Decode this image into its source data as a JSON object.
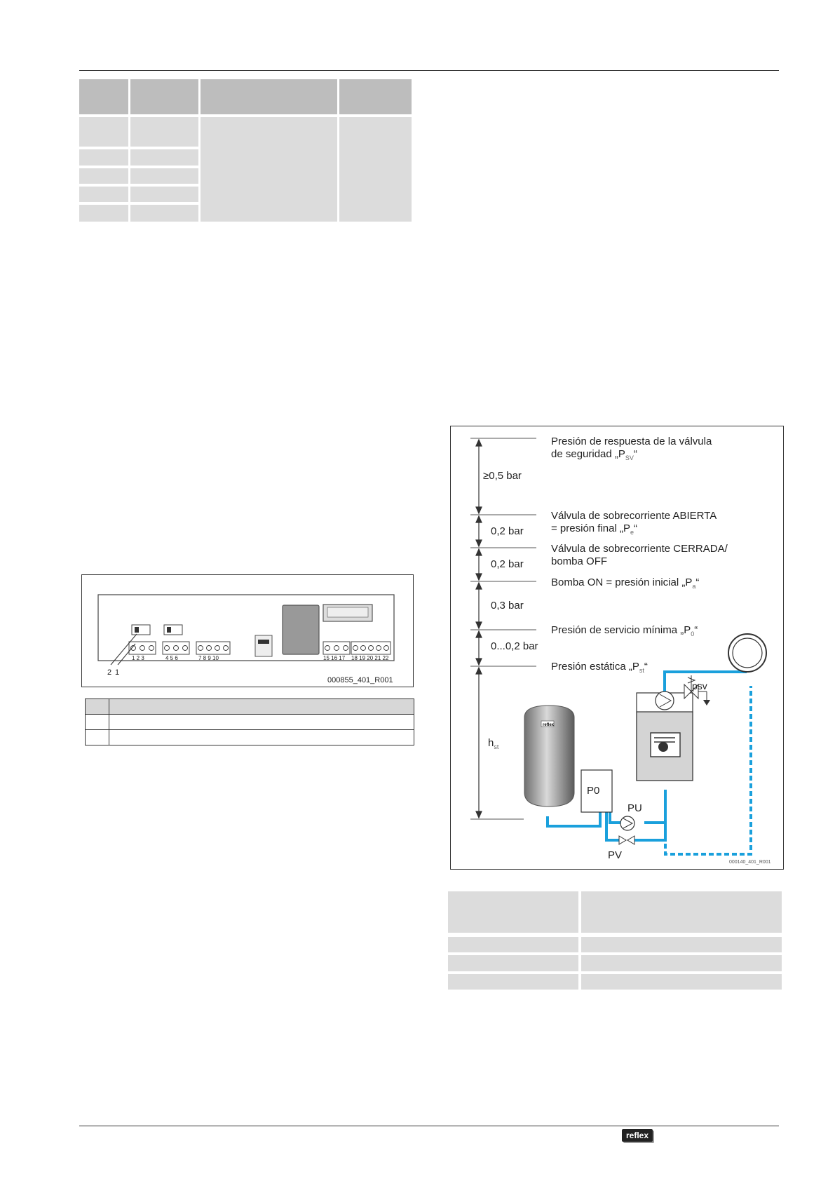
{
  "left_figure": {
    "terminals": [
      "1 2 3",
      "4 5 6",
      "7 8 9 10",
      "15 16 17",
      "18 19 20 21 22"
    ],
    "callouts": [
      "2",
      "1"
    ],
    "code": "000855_401_R001"
  },
  "pressure_diagram": {
    "levels": [
      {
        "lines": [
          "Presión de respuesta de la válvula",
          "de seguridad „P"
        ],
        "sub": "SV",
        "tail": "“"
      },
      {
        "lines": [
          "Válvula de sobrecorriente ABIERTA",
          "= presión final „P"
        ],
        "sub": "e",
        "tail": "“"
      },
      {
        "lines": [
          "Válvula de sobrecorriente CERRADA/",
          "bomba OFF"
        ]
      },
      {
        "lines": [
          "Bomba ON = presión inicial „P"
        ],
        "sub": "a",
        "tail": "“"
      },
      {
        "lines": [
          "Presión de servicio mínima „P"
        ],
        "sub": "0",
        "tail": "“"
      },
      {
        "lines": [
          "Presión estática „P"
        ],
        "sub": "st",
        "tail": "“"
      }
    ],
    "gaps": [
      "≥0,5 bar",
      "0,2 bar",
      "0,2 bar",
      "0,3 bar",
      "0...0,2 bar"
    ],
    "hst": "h",
    "hst_sub": "st",
    "components": {
      "psv": "psv",
      "p0": "P0",
      "pu": "PU",
      "pv": "PV",
      "tank_logo": "reflex"
    },
    "code": "000140_401_R001"
  },
  "footer": {
    "logo": "reflex"
  },
  "colors": {
    "pipe": "#1aa0dc",
    "tank": "#8a8a8a",
    "shading": "#dcdcdc"
  }
}
